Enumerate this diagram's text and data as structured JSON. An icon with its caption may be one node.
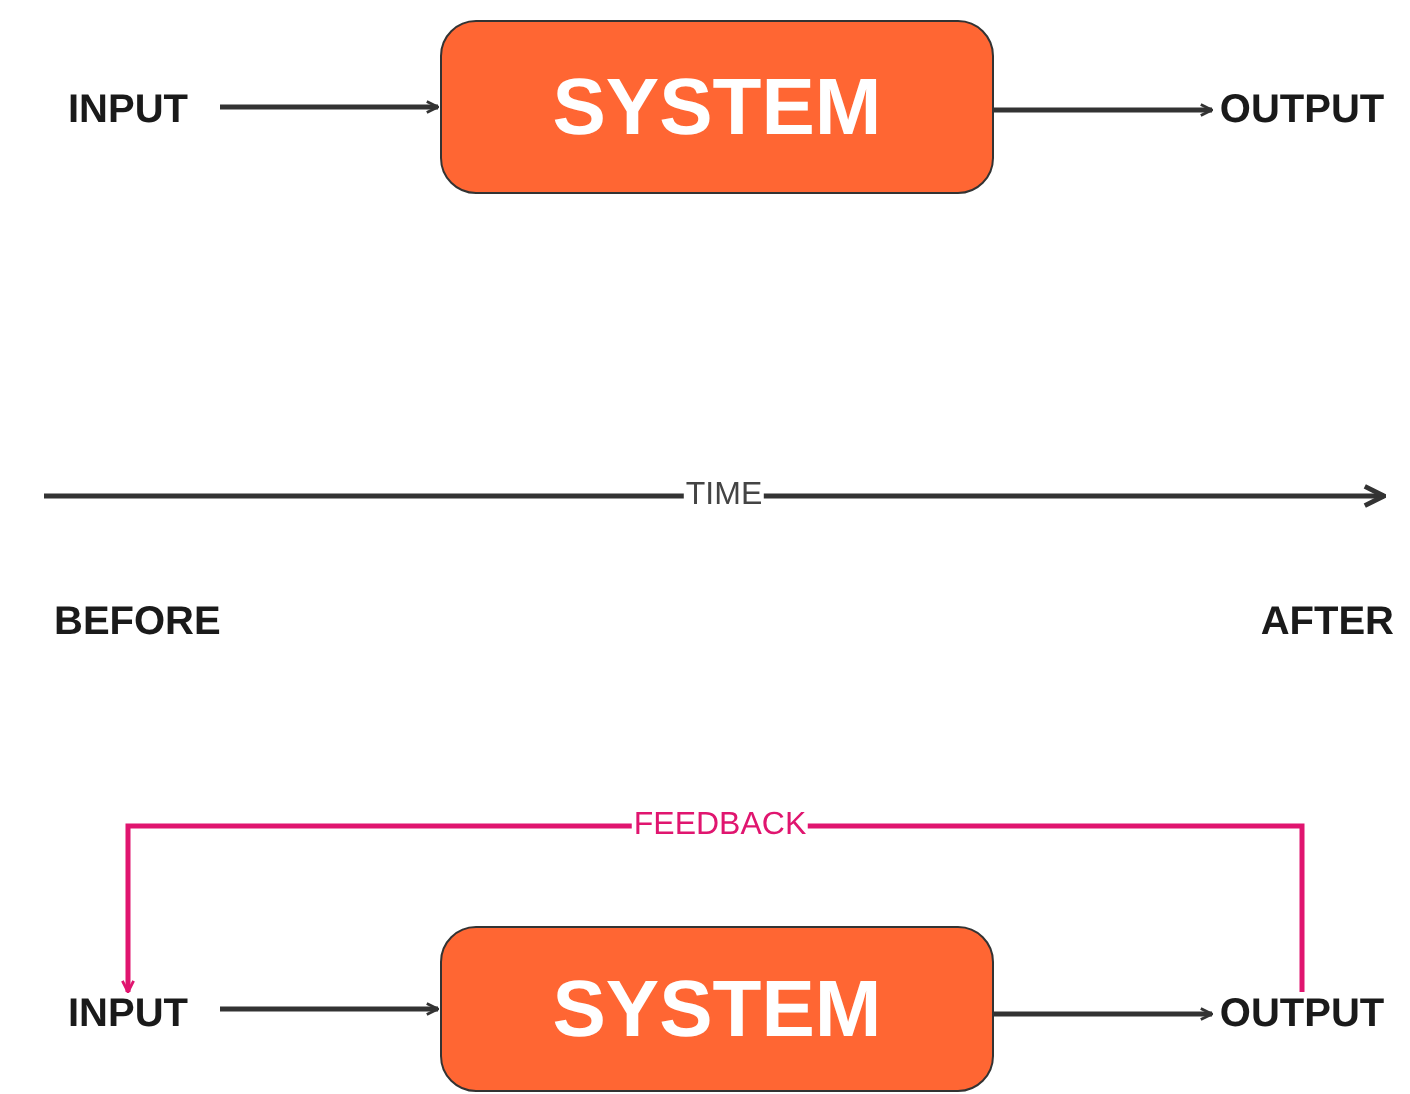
{
  "diagram": {
    "nodes": [
      {
        "text": [
          "INPUT"
        ]
      },
      {
        "text": [
          "SYSTEM"
        ]
      },
      {
        "text": [
          "OUTPUT"
        ]
      },
      {
        "text": [
          "INPUT"
        ]
      },
      {
        "text": [
          "SYSTEM"
        ]
      },
      {
        "text": [
          "OUTPUT"
        ]
      }
    ],
    "edges": [
      {
        "from": 0,
        "to": 1,
        "arrow": "to"
      },
      {
        "from": 1,
        "to": 2,
        "arrow": "to"
      },
      {
        "from": 3,
        "to": 4,
        "arrow": "to"
      },
      {
        "from": 4,
        "to": 5,
        "arrow": "to"
      },
      {
        "from": 5,
        "to": 3,
        "arrow": "to",
        "label": "FEEDBACK",
        "color": "#e0156f"
      }
    ],
    "labels": [
      "TIME",
      "BEFORE",
      "AFTER"
    ]
  }
}
